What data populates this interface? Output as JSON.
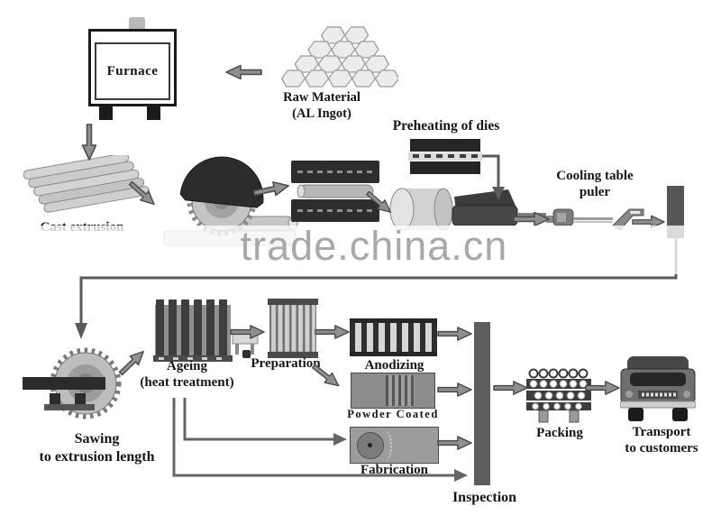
{
  "watermark": "trade.china.cn",
  "labels": {
    "furnace": "Furnace",
    "raw_material": "Raw Material\n(AL Ingot)",
    "cast_extrusion": "Cast extrusion",
    "preheating_of_dies": "Preheating of dies",
    "cooling_table_puler": "Cooling table\npuler",
    "sawing": "Sawing\nto extrusion length",
    "ageing": "Ageing\n(heat treatment)",
    "preparation": "Preparation",
    "anodizing": "Anodizing",
    "powder_coated": "Powder Coated",
    "fabrication": "Fabrication",
    "inspection": "Inspection",
    "packing": "Packing",
    "transport": "Transport\nto customers"
  },
  "colors": {
    "ink": "#161616",
    "dark_fill": "#2d2d2d",
    "mid_gray": "#8f8f8f",
    "light_gray": "#d4d4d4",
    "arrow_fill": "#8f8f8f",
    "arrow_stroke": "#4a4a4a",
    "watermark_gray": "#9a9a9a"
  }
}
